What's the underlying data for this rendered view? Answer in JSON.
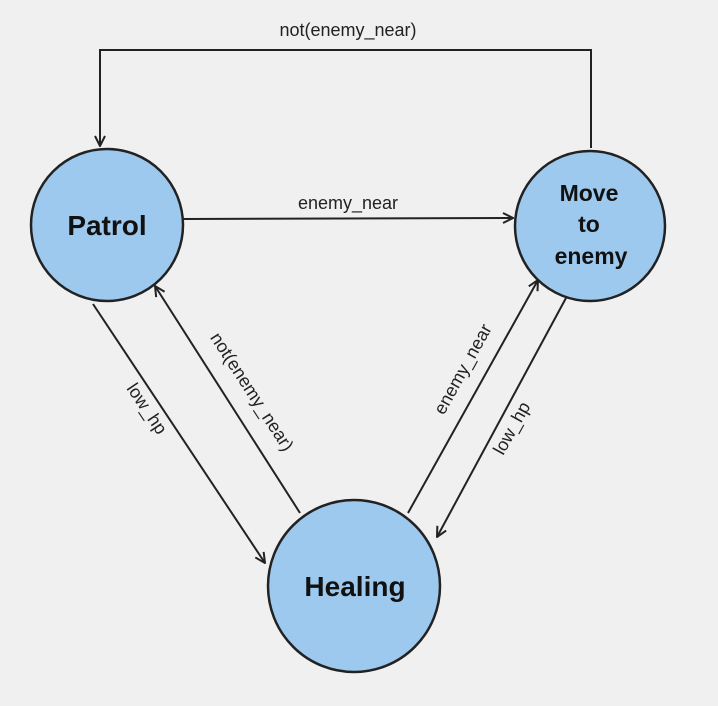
{
  "colors": {
    "background": "#f0f0f0",
    "node_fill": "#9dc9ef",
    "stroke": "#222222",
    "text": "#111111"
  },
  "nodes": {
    "patrol": {
      "label": "Patrol"
    },
    "move_to_enemy": {
      "label_lines": [
        "Move",
        "to",
        "enemy"
      ]
    },
    "healing": {
      "label": "Healing"
    }
  },
  "edges": {
    "move_to_patrol": {
      "label": "not(enemy_near)"
    },
    "patrol_to_move": {
      "label": "enemy_near"
    },
    "patrol_to_healing": {
      "label": "low_hp"
    },
    "healing_to_patrol": {
      "label": "not(enemy_near)"
    },
    "healing_to_move": {
      "label": "enemy_near"
    },
    "move_to_healing": {
      "label": "low_hp"
    }
  }
}
